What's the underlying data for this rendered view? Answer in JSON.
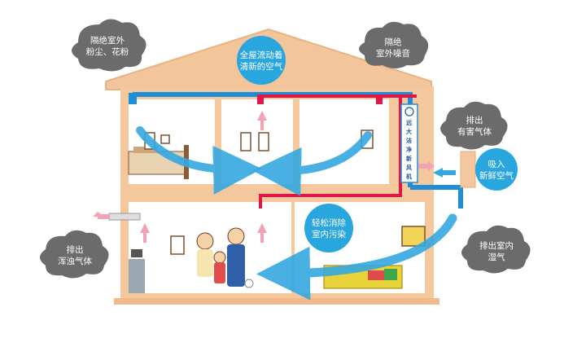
{
  "labels": {
    "block_pollen": [
      "隔绝室外",
      "粉尘、花粉"
    ],
    "block_noise": [
      "隔绝",
      "室外噪音"
    ],
    "whole_house": [
      "全屋流动着",
      "清新的空气"
    ],
    "exhaust_harmful": [
      "排出",
      "有害气体"
    ],
    "intake_fresh": [
      "吸入",
      "新鲜空气"
    ],
    "remove_pollution": [
      "轻松消除",
      "室内污染"
    ],
    "exhaust_turbid": [
      "排出",
      "浑浊气体"
    ],
    "exhaust_humid": [
      "排出室内",
      "湿气"
    ]
  },
  "unit_label": [
    "远",
    "大",
    "洁",
    "净",
    "新",
    "风",
    "机"
  ],
  "colors": {
    "house_wall": "#f4c89c",
    "roof": "#f2c59a",
    "interior": "#ffffff",
    "duct_blue": "#1e8fd6",
    "duct_red": "#e0184a",
    "cloud": "#6b6b6b",
    "bubble_blue": "#2aa6df",
    "flow_blue": "#35a8e0",
    "exhaust_pink": "#f2a2b4"
  }
}
